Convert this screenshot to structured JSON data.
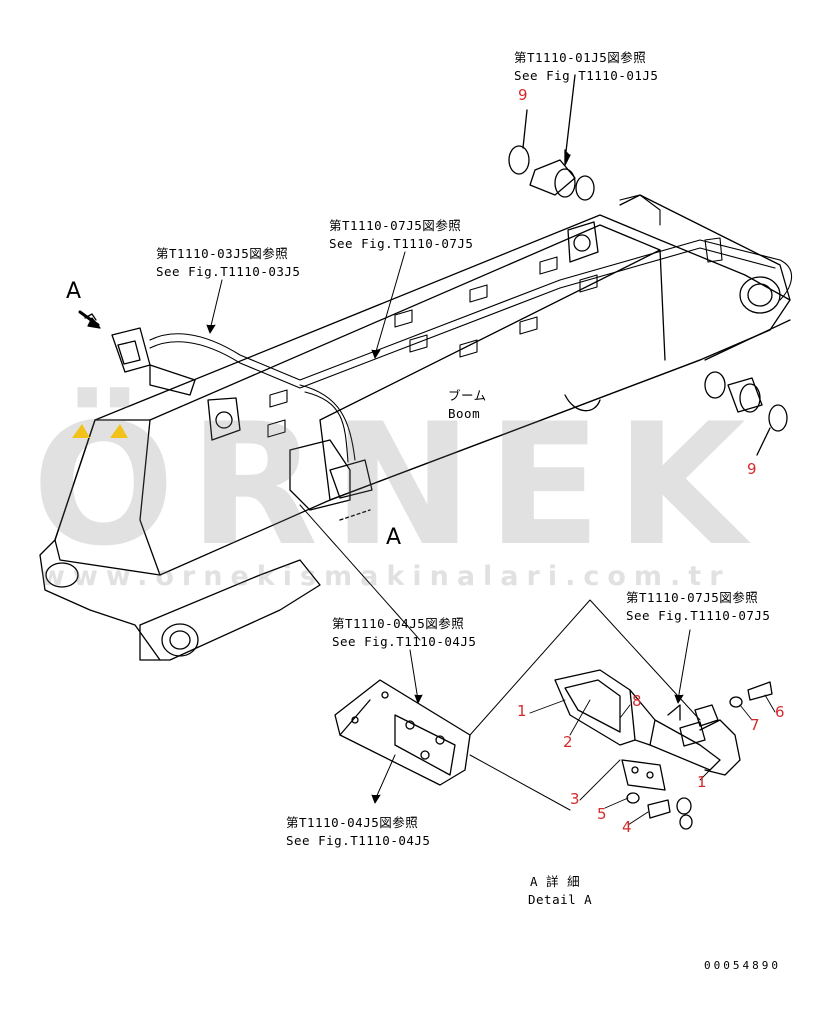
{
  "watermark": {
    "brand": "ÖRNEK",
    "url": "www.ornekismakinalari.com.tr",
    "accent": "#f2c21b"
  },
  "refs": {
    "top_jp": "第T1110-01J5図参照",
    "top_en": "See Fig T1110-01J5",
    "mid_jp": "第T1110-07J5図参照",
    "mid_en": "See Fig.T1110-07J5",
    "left_jp": "第T1110-03J5図参照",
    "left_en": "See Fig.T1110-03J5",
    "detail_jp": "第T1110-07J5図参照",
    "detail_en": "See Fig.T1110-07J5",
    "plate_top_jp": "第T1110-04J5図参照",
    "plate_top_en": "See Fig.T1110-04J5",
    "plate_bot_jp": "第T1110-04J5図参照",
    "plate_bot_en": "See Fig.T1110-04J5"
  },
  "boom_jp": "ブーム",
  "boom_en": "Boom",
  "view_a1": "A",
  "view_a2": "A",
  "detail_jp": "A 詳 細",
  "detail_en": "Detail A",
  "part_no": "00054890",
  "parts": {
    "p9a": "9",
    "p9b": "9",
    "p1a": "1",
    "p1b": "1",
    "p2": "2",
    "p8": "8",
    "p3": "3",
    "p5": "5",
    "p4": "4",
    "p7": "7",
    "p6": "6"
  },
  "colors": {
    "part_label": "#d62a2a",
    "line": "#000000"
  }
}
